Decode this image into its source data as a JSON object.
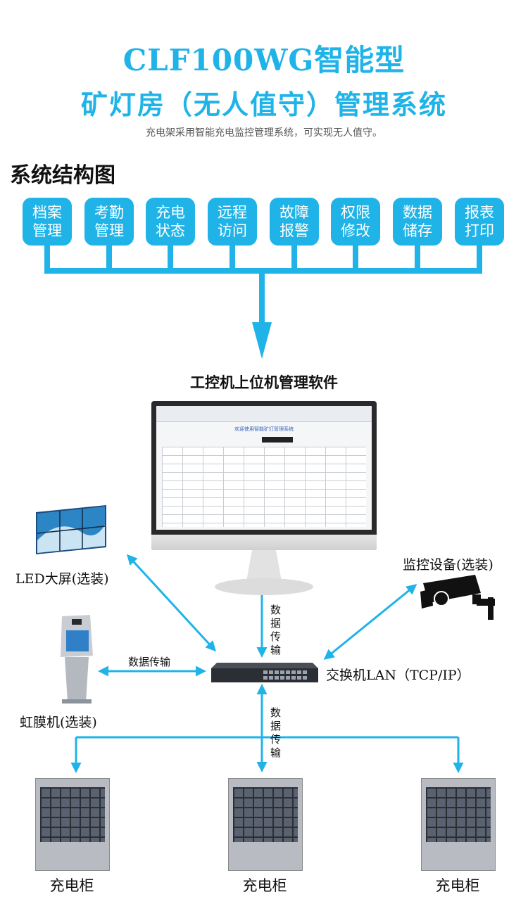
{
  "title_line1": "CLF100WG智能型",
  "title_line2": "矿灯房（无人值守）管理系统",
  "subtitle": "充电架采用智能充电监控管理系统，可实现无人值守。",
  "section_title": "系统结构图",
  "modules": [
    {
      "line1": "档案",
      "line2": "管理"
    },
    {
      "line1": "考勤",
      "line2": "管理"
    },
    {
      "line1": "充电",
      "line2": "状态"
    },
    {
      "line1": "远程",
      "line2": "访问"
    },
    {
      "line1": "故障",
      "line2": "报警"
    },
    {
      "line1": "权限",
      "line2": "修改"
    },
    {
      "line1": "数据",
      "line2": "储存"
    },
    {
      "line1": "报表",
      "line2": "打印"
    }
  ],
  "software_label": "工控机上位机管理软件",
  "screen_title": "欢迎使用智能矿灯管理系统",
  "led_label": "LED大屏(选装)",
  "camera_label": "监控设备(选装)",
  "iris_label": "虹膜机(选装)",
  "switch_label": "交换机LAN（TCP/IP）",
  "data_transfer_h": "数据传输",
  "data_transfer_v1": [
    "数",
    "据",
    "传",
    "输"
  ],
  "data_transfer_v2": [
    "数",
    "据",
    "传",
    "输"
  ],
  "cabinet_labels": [
    "充电柜",
    "充电柜",
    "充电柜"
  ],
  "colors": {
    "accent": "#1fb3e8",
    "text": "#111111"
  }
}
